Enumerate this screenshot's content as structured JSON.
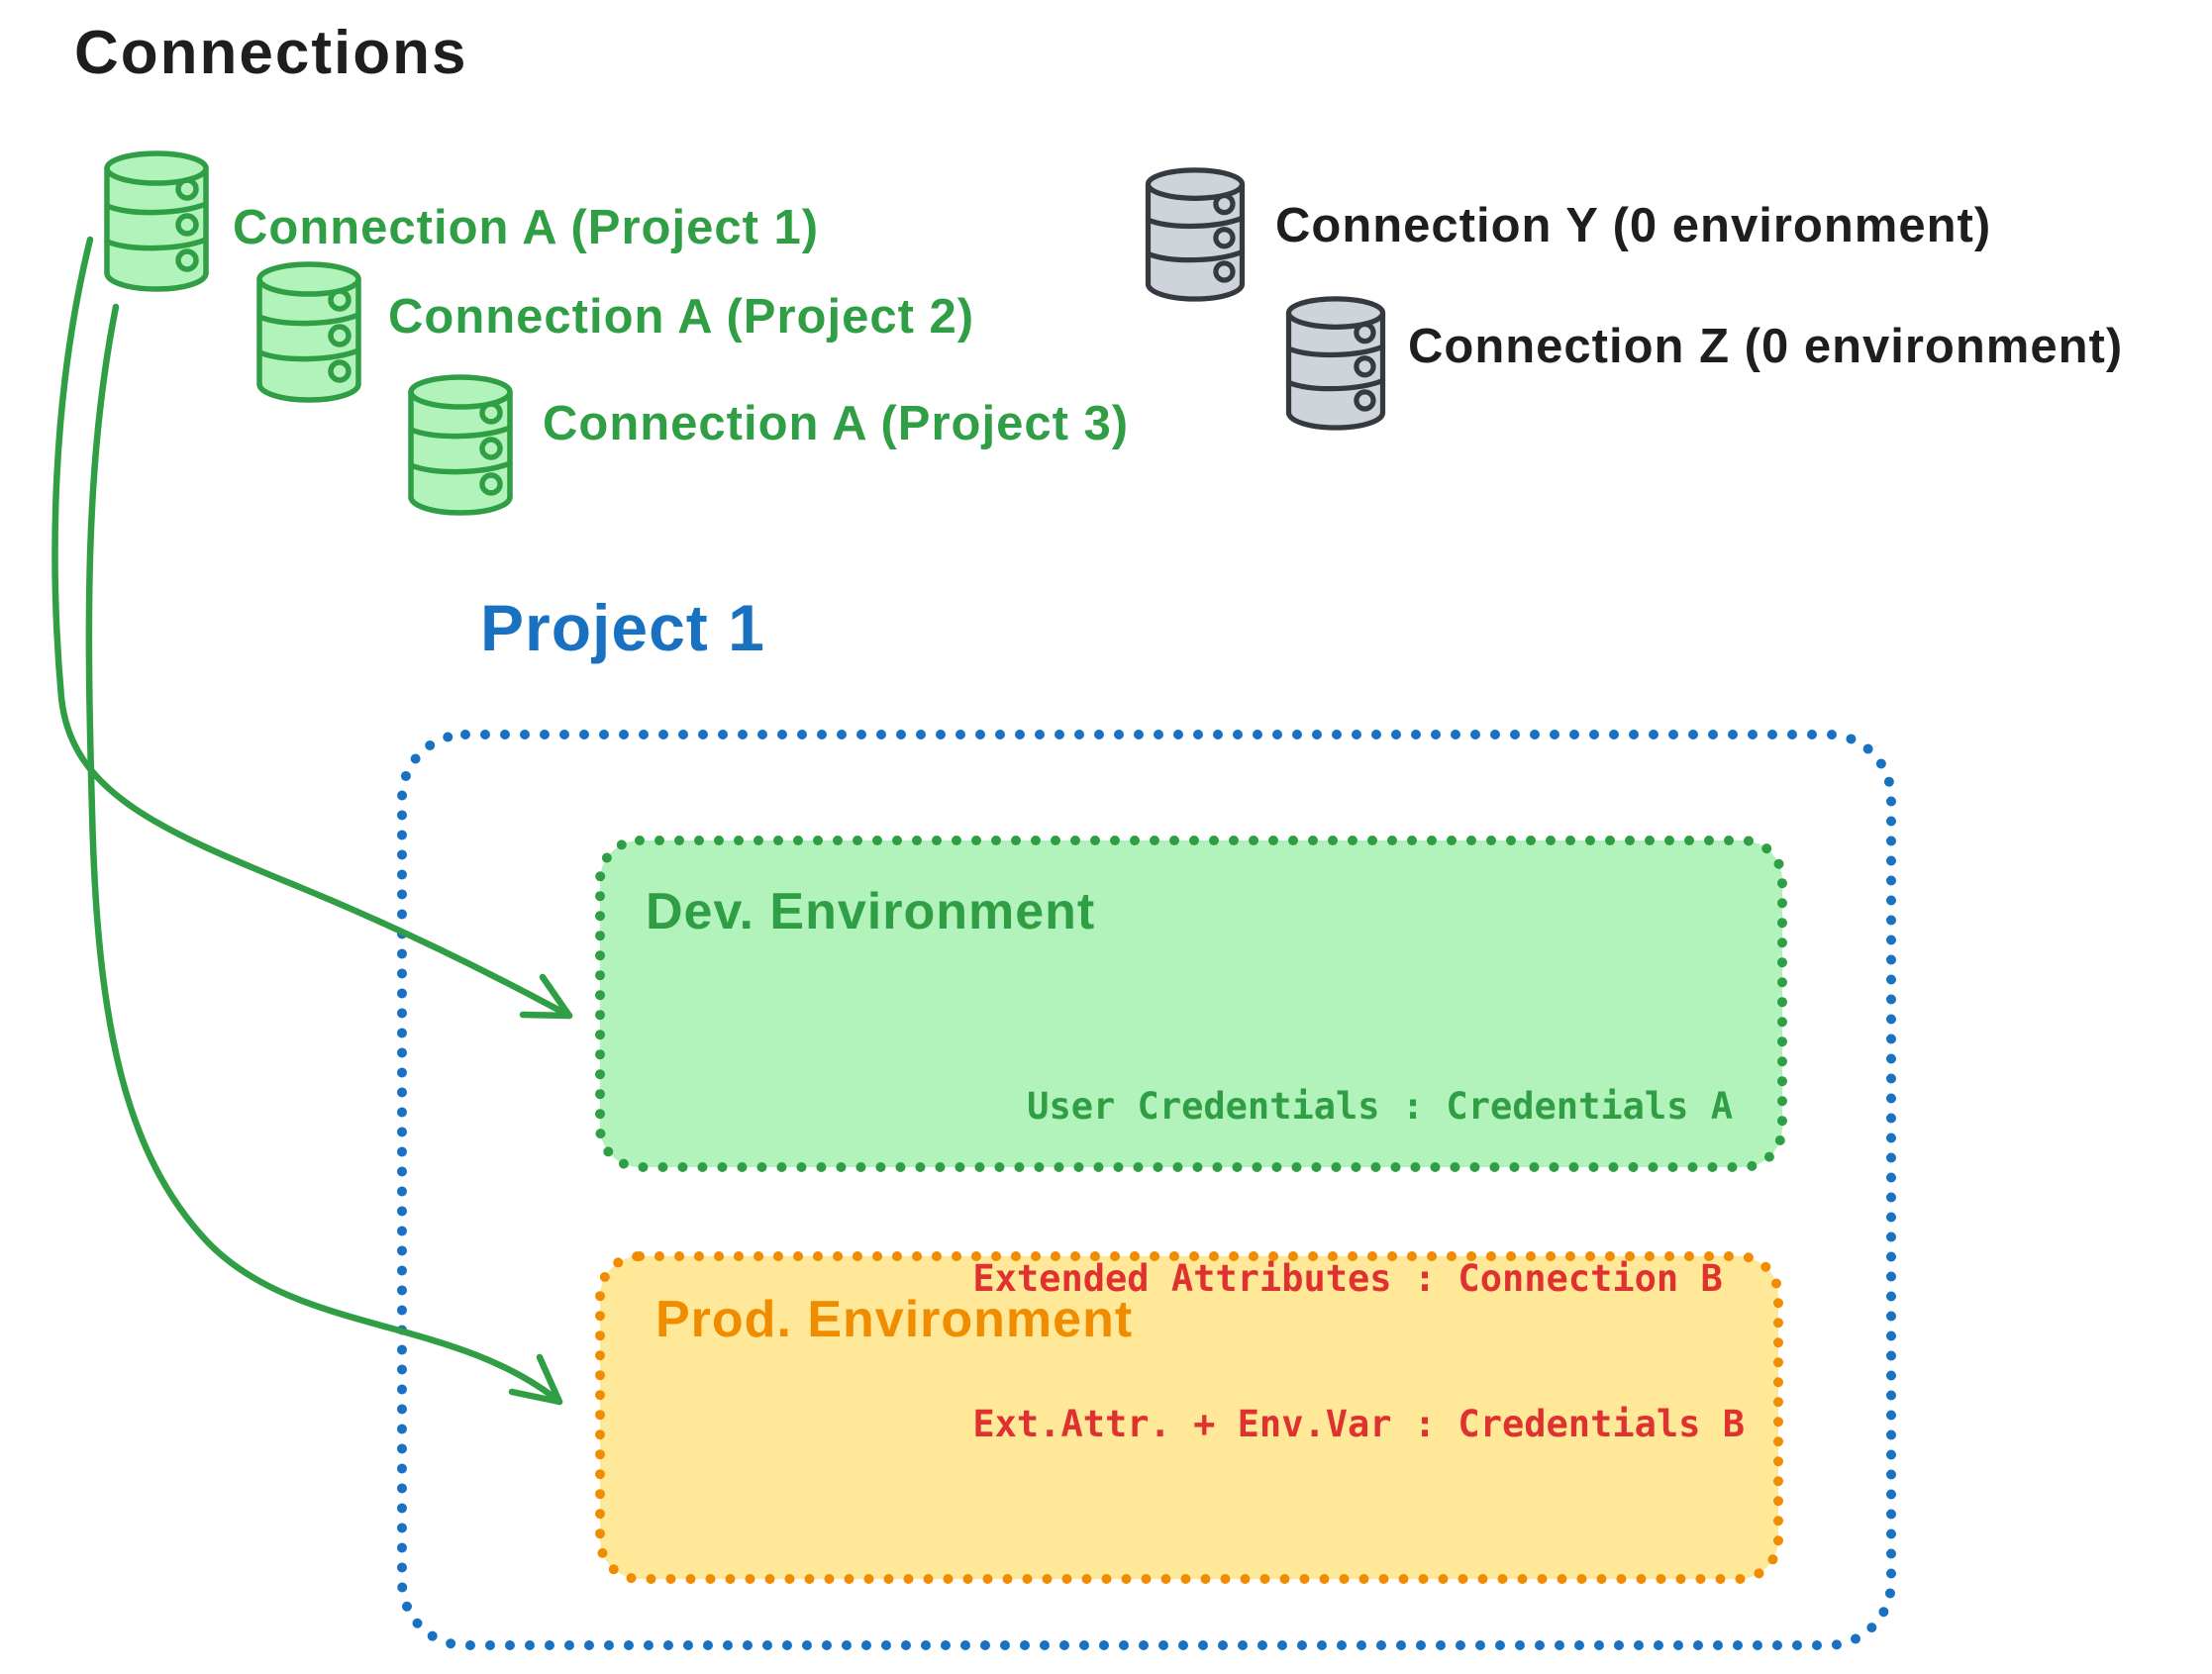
{
  "canvas": {
    "title": "Connections"
  },
  "connections": {
    "project_a": [
      {
        "label": "Connection A (Project 1)"
      },
      {
        "label": "Connection A (Project 2)"
      },
      {
        "label": "Connection A (Project 3)"
      }
    ],
    "unassigned": [
      {
        "label": "Connection Y (0 environment)"
      },
      {
        "label": "Connection Z (0 environment)"
      }
    ]
  },
  "project": {
    "title": "Project 1",
    "dev": {
      "title": "Dev. Environment",
      "credentials": "User Credentials : Credentials A"
    },
    "prod": {
      "title": "Prod. Environment",
      "line1": "Extended Attributes : Connection B",
      "line2": "Ext.Attr. + Env.Var : Credentials B"
    }
  },
  "colors": {
    "ink": "#1e1e1e",
    "green_stroke": "#2f9e44",
    "green_fill": "#b2f2bb",
    "gray_stroke": "#343a40",
    "gray_fill": "#ced4da",
    "blue": "#1971c2",
    "orange_stroke": "#f08c00",
    "yellow_fill": "#ffe999",
    "red": "#e03131"
  }
}
